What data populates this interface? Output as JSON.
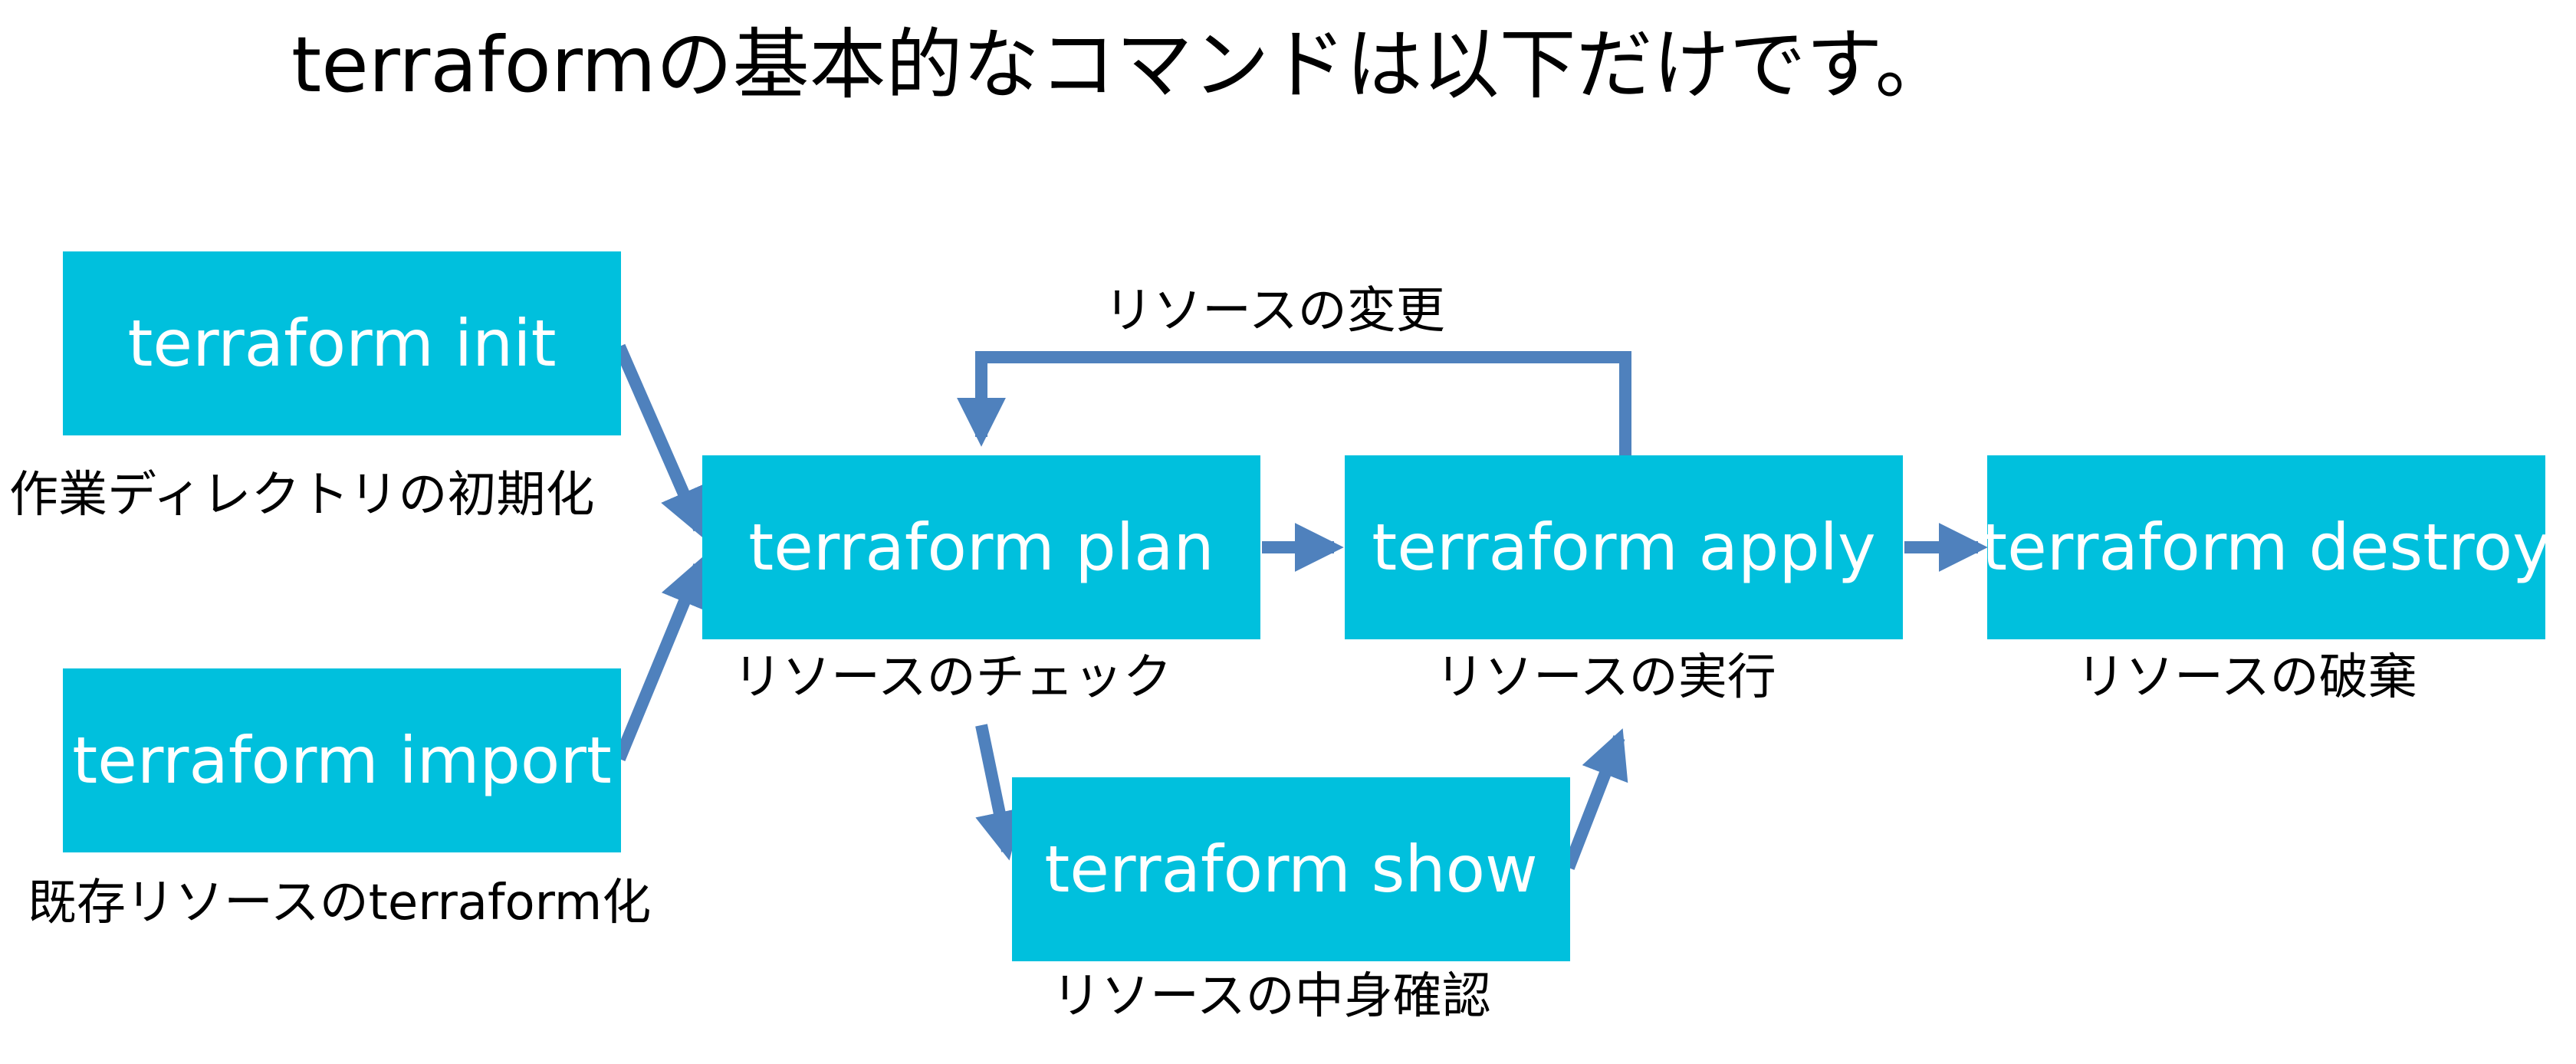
{
  "title": "terraformの基本的なコマンドは以下だけです。",
  "colors": {
    "box_fill": "#00c0dd",
    "box_text": "#ffffff",
    "arrow": "#4f81bd",
    "text": "#000000"
  },
  "nodes": {
    "init": {
      "label": "terraform init",
      "caption": "作業ディレクトリの初期化"
    },
    "import": {
      "label": "terraform import",
      "caption": "既存リソースのterraform化"
    },
    "plan": {
      "label": "terraform plan",
      "caption": "リソースのチェック"
    },
    "apply": {
      "label": "terraform apply",
      "caption": "リソースの実行"
    },
    "destroy": {
      "label": "terraform destroy",
      "caption": "リソースの破棄"
    },
    "show": {
      "label": "terraform show",
      "caption": "リソースの中身確認"
    }
  },
  "edges": {
    "apply_to_plan": {
      "label": "リソースの変更"
    }
  }
}
